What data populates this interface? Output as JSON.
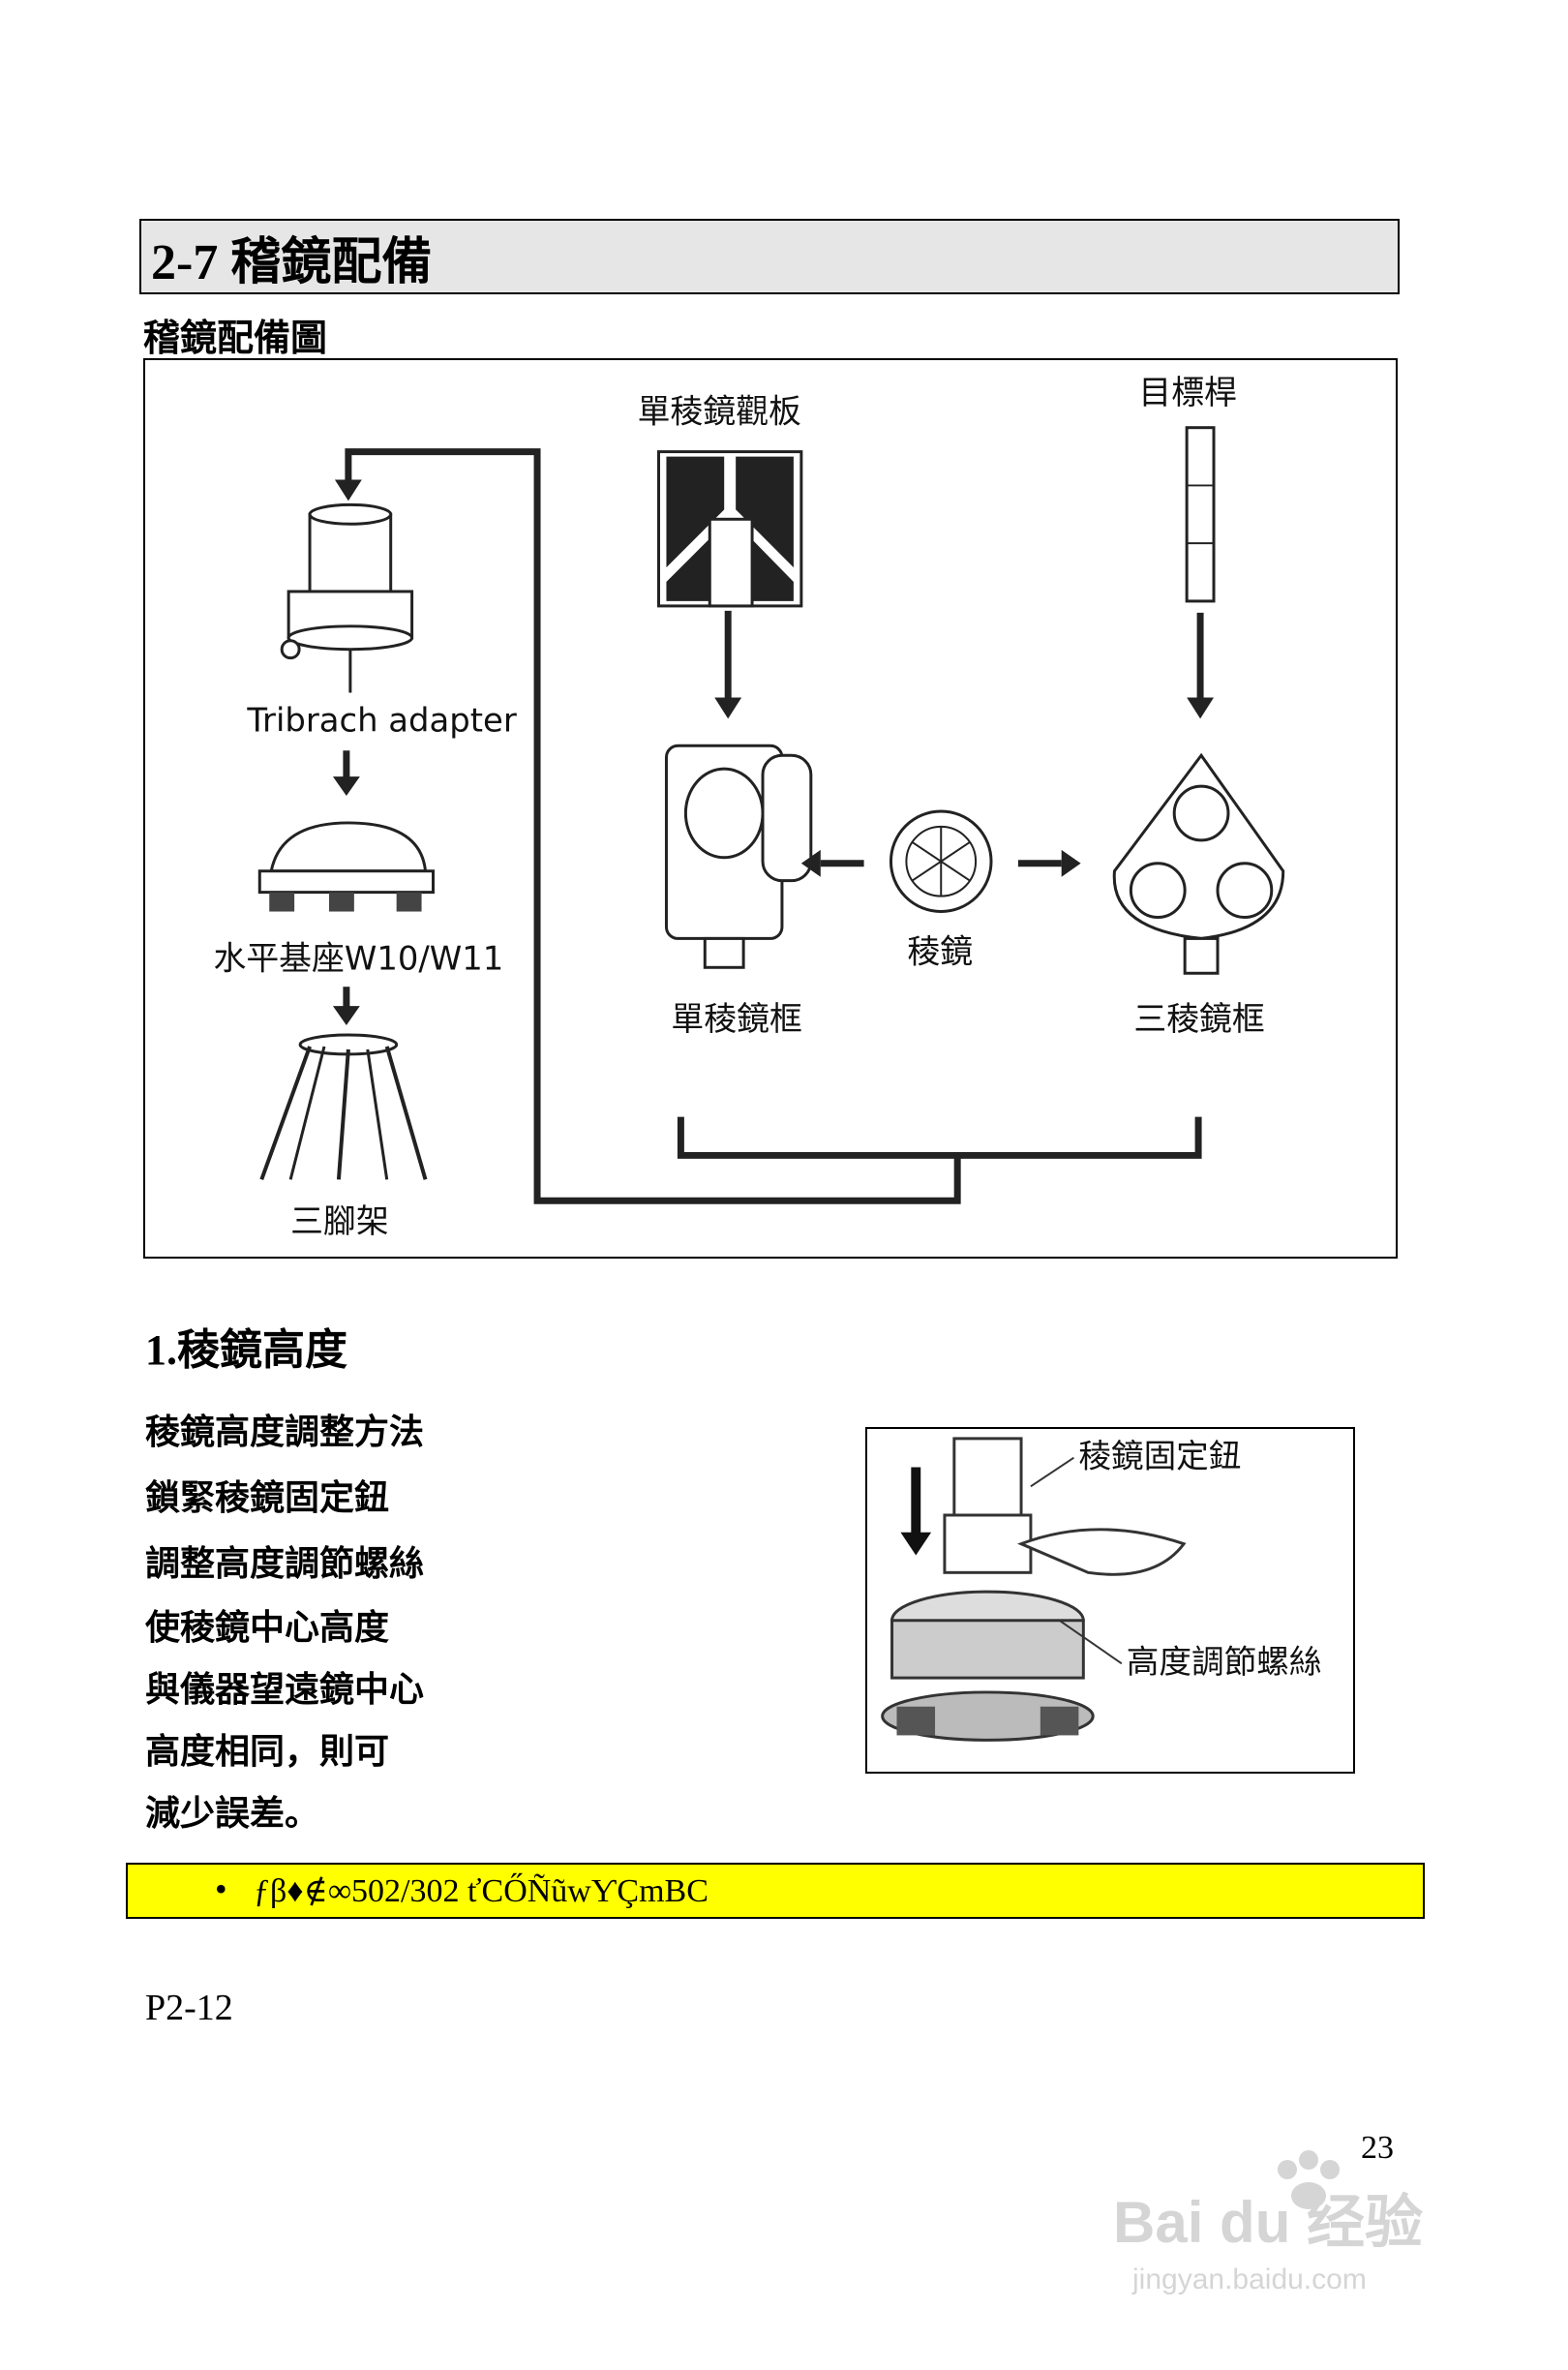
{
  "section_title": "2-7 稽鏡配備",
  "sub_heading": "稽鏡配備圖",
  "diagram": {
    "label_single_prism_target": "單稜鏡觀板",
    "label_target_pole": "目標桿",
    "label_tribrach_adapter": "Tribrach adapter",
    "label_tribrach": "水平基座W10/W11",
    "label_tripod": "三腳架",
    "label_prism": "稜鏡",
    "label_single_prism_holder": "單稜鏡框",
    "label_triple_prism_holder": "三稜鏡框"
  },
  "step_heading": "1.稜鏡高度",
  "paragraph_lines": [
    "稜鏡高度調整方法",
    "鎖緊稜鏡固定鈕",
    "調整高度調節螺絲",
    "使稜鏡中心高度",
    "與儀器望遠鏡中心",
    "高度相同，則可",
    "減少誤差。"
  ],
  "photo": {
    "label_lock_knob": "稜鏡固定鈕",
    "label_height_screw": "高度調節螺絲"
  },
  "note": {
    "bullet": "•",
    "text": "ƒβ♦∉∞502/302 ťCŐÑũwƳÇmBC"
  },
  "page_code": "P2-12",
  "page_number": "23",
  "watermark": {
    "brand": "Bai du 经验",
    "url": "jingyan.baidu.com"
  }
}
